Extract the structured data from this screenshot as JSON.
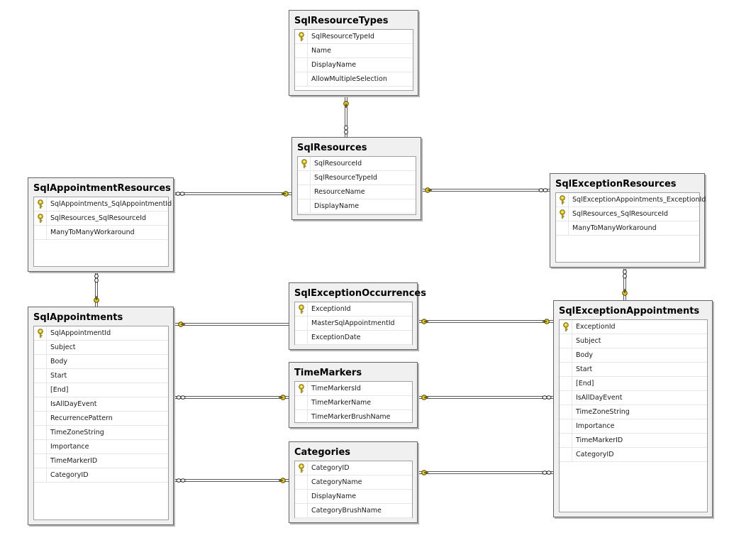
{
  "tables": {
    "sql_resource_types": {
      "name": "SqlResourceTypes",
      "columns": [
        {
          "name": "SqlResourceTypeId",
          "pk": true
        },
        {
          "name": "Name"
        },
        {
          "name": "DisplayName"
        },
        {
          "name": "AllowMultipleSelection"
        }
      ]
    },
    "sql_resources": {
      "name": "SqlResources",
      "columns": [
        {
          "name": "SqlResourceId",
          "pk": true
        },
        {
          "name": "SqlResourceTypeId"
        },
        {
          "name": "ResourceName"
        },
        {
          "name": "DisplayName"
        }
      ]
    },
    "sql_appointment_resources": {
      "name": "SqlAppointmentResources",
      "columns": [
        {
          "name": "SqlAppointments_SqlAppointmentId",
          "pk": true
        },
        {
          "name": "SqlResources_SqlResourceId",
          "pk": true
        },
        {
          "name": "ManyToManyWorkaround"
        }
      ]
    },
    "sql_exception_resources": {
      "name": "SqlExceptionResources",
      "columns": [
        {
          "name": "SqlExceptionAppointments_ExceptionId",
          "pk": true
        },
        {
          "name": "SqlResources_SqlResourceId",
          "pk": true
        },
        {
          "name": "ManyToManyWorkaround"
        }
      ]
    },
    "sql_appointments": {
      "name": "SqlAppointments",
      "columns": [
        {
          "name": "SqlAppointmentId",
          "pk": true
        },
        {
          "name": "Subject"
        },
        {
          "name": "Body"
        },
        {
          "name": "Start"
        },
        {
          "name": "[End]"
        },
        {
          "name": "IsAllDayEvent"
        },
        {
          "name": "RecurrencePattern"
        },
        {
          "name": "TimeZoneString"
        },
        {
          "name": "Importance"
        },
        {
          "name": "TimeMarkerID"
        },
        {
          "name": "CategoryID"
        }
      ]
    },
    "sql_exception_occurrences": {
      "name": "SqlExceptionOccurrences",
      "columns": [
        {
          "name": "ExceptionId",
          "pk": true
        },
        {
          "name": "MasterSqlAppointmentId"
        },
        {
          "name": "ExceptionDate"
        }
      ]
    },
    "time_markers": {
      "name": "TimeMarkers",
      "columns": [
        {
          "name": "TimeMarkersId",
          "pk": true
        },
        {
          "name": "TimeMarkerName"
        },
        {
          "name": "TimeMarkerBrushName"
        }
      ]
    },
    "categories": {
      "name": "Categories",
      "columns": [
        {
          "name": "CategoryID",
          "pk": true
        },
        {
          "name": "CategoryName"
        },
        {
          "name": "DisplayName"
        },
        {
          "name": "CategoryBrushName"
        }
      ]
    },
    "sql_exception_appointments": {
      "name": "SqlExceptionAppointments",
      "columns": [
        {
          "name": "ExceptionId",
          "pk": true
        },
        {
          "name": "Subject"
        },
        {
          "name": "Body"
        },
        {
          "name": "Start"
        },
        {
          "name": "[End]"
        },
        {
          "name": "IsAllDayEvent"
        },
        {
          "name": "TimeZoneString"
        },
        {
          "name": "Importance"
        },
        {
          "name": "TimeMarkerID"
        },
        {
          "name": "CategoryID"
        }
      ]
    }
  },
  "relationships": [
    {
      "one": "SqlResourceTypes",
      "many": "SqlResources"
    },
    {
      "one": "SqlResources",
      "many": "SqlAppointmentResources"
    },
    {
      "one": "SqlResources",
      "many": "SqlExceptionResources"
    },
    {
      "one": "SqlAppointments",
      "many": "SqlAppointmentResources"
    },
    {
      "one": "SqlExceptionAppointments",
      "many": "SqlExceptionResources"
    },
    {
      "one": "SqlAppointments",
      "many": "SqlExceptionOccurrences"
    },
    {
      "one": "SqlExceptionOccurrences",
      "many": "SqlExceptionAppointments"
    },
    {
      "one": "TimeMarkers",
      "many": "SqlAppointments"
    },
    {
      "one": "TimeMarkers",
      "many": "SqlExceptionAppointments"
    },
    {
      "one": "Categories",
      "many": "SqlAppointments"
    },
    {
      "one": "Categories",
      "many": "SqlExceptionAppointments"
    }
  ],
  "colors": {
    "key": "#e8c81a",
    "line": "#5a5a5a",
    "border": "#646464"
  },
  "icons": {
    "primary_key": "key-icon",
    "one_end": "key-end-icon",
    "many_end": "infinity-icon"
  }
}
